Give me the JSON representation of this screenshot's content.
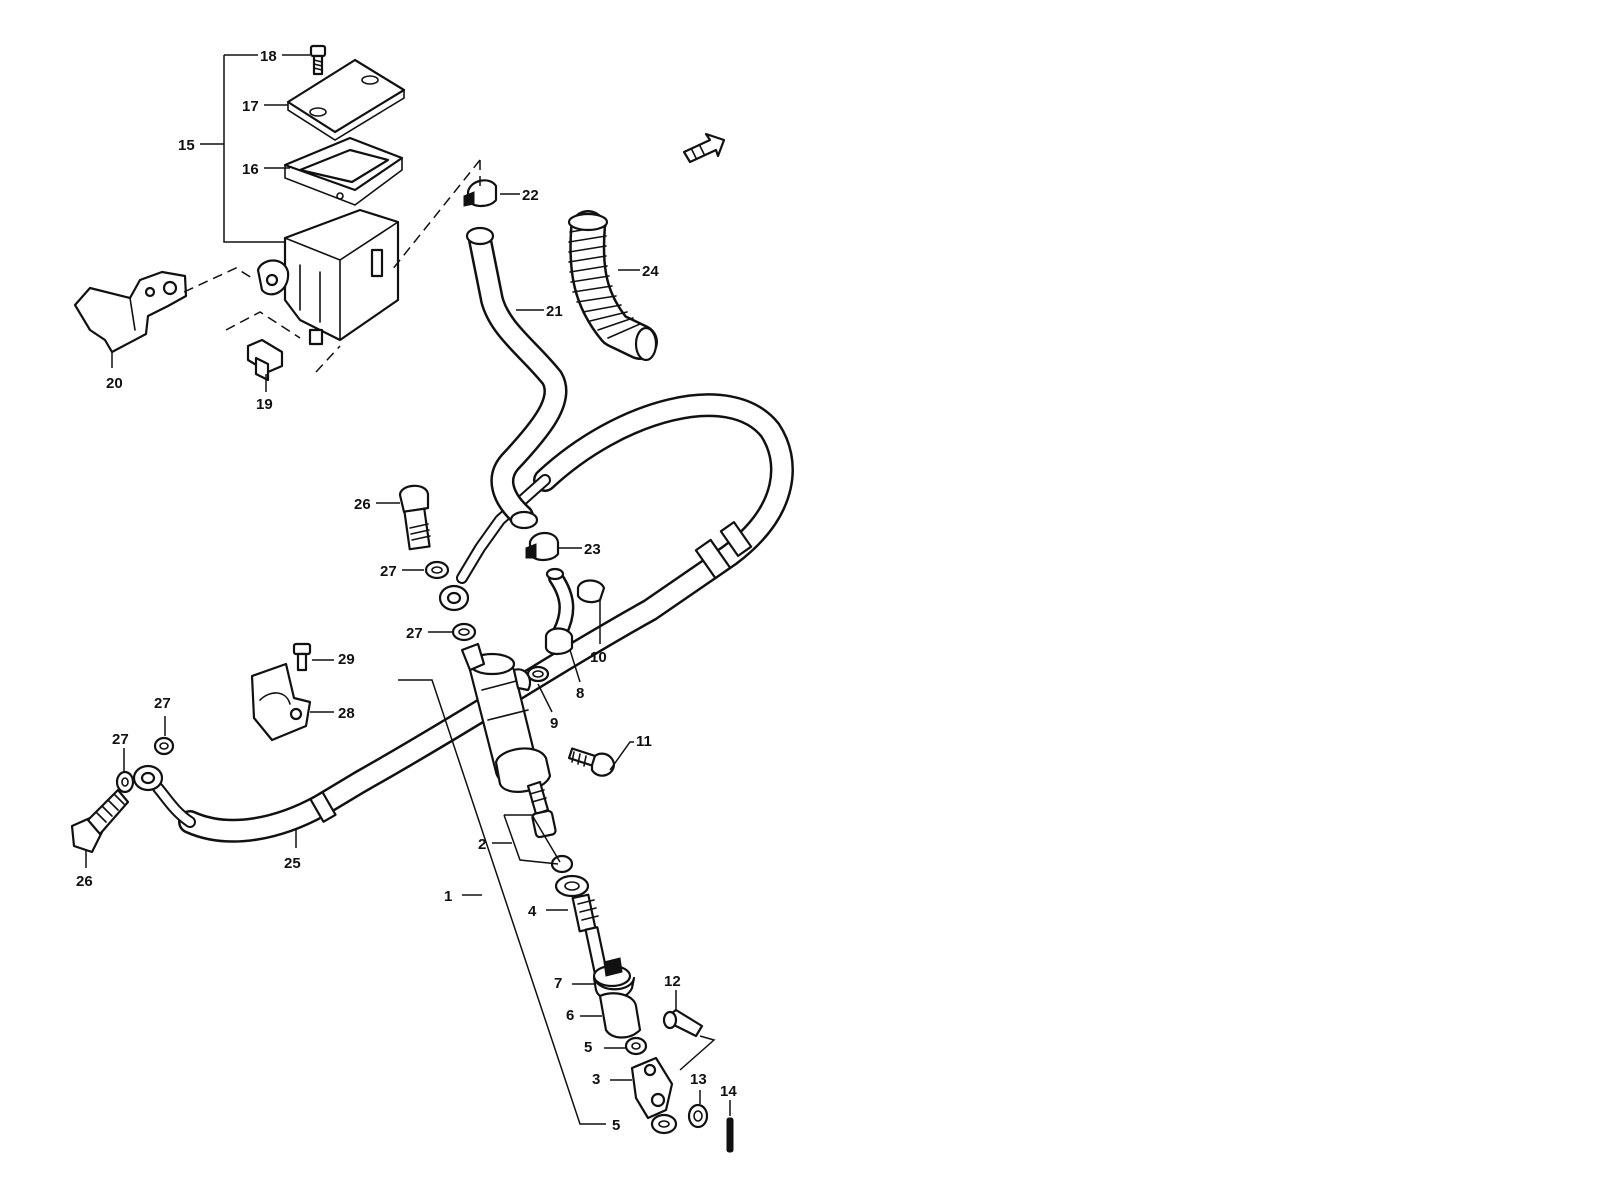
{
  "callouts": {
    "c1": "1",
    "c2": "2",
    "c3": "3",
    "c4": "4",
    "c5a": "5",
    "c5b": "5",
    "c6": "6",
    "c7": "7",
    "c8": "8",
    "c9": "9",
    "c10": "10",
    "c11": "11",
    "c12": "12",
    "c13": "13",
    "c14": "14",
    "c15": "15",
    "c16": "16",
    "c17": "17",
    "c18": "18",
    "c19": "19",
    "c20": "20",
    "c21": "21",
    "c22": "22",
    "c23": "23",
    "c24": "24",
    "c25": "25",
    "c26a": "26",
    "c26b": "26",
    "c27a": "27",
    "c27b": "27",
    "c27c": "27",
    "c27d": "27",
    "c28": "28",
    "c29": "29"
  },
  "icons": {
    "front_direction": "front-arrow-icon"
  },
  "colors": {
    "ink": "#111111",
    "paper": "#ffffff"
  }
}
